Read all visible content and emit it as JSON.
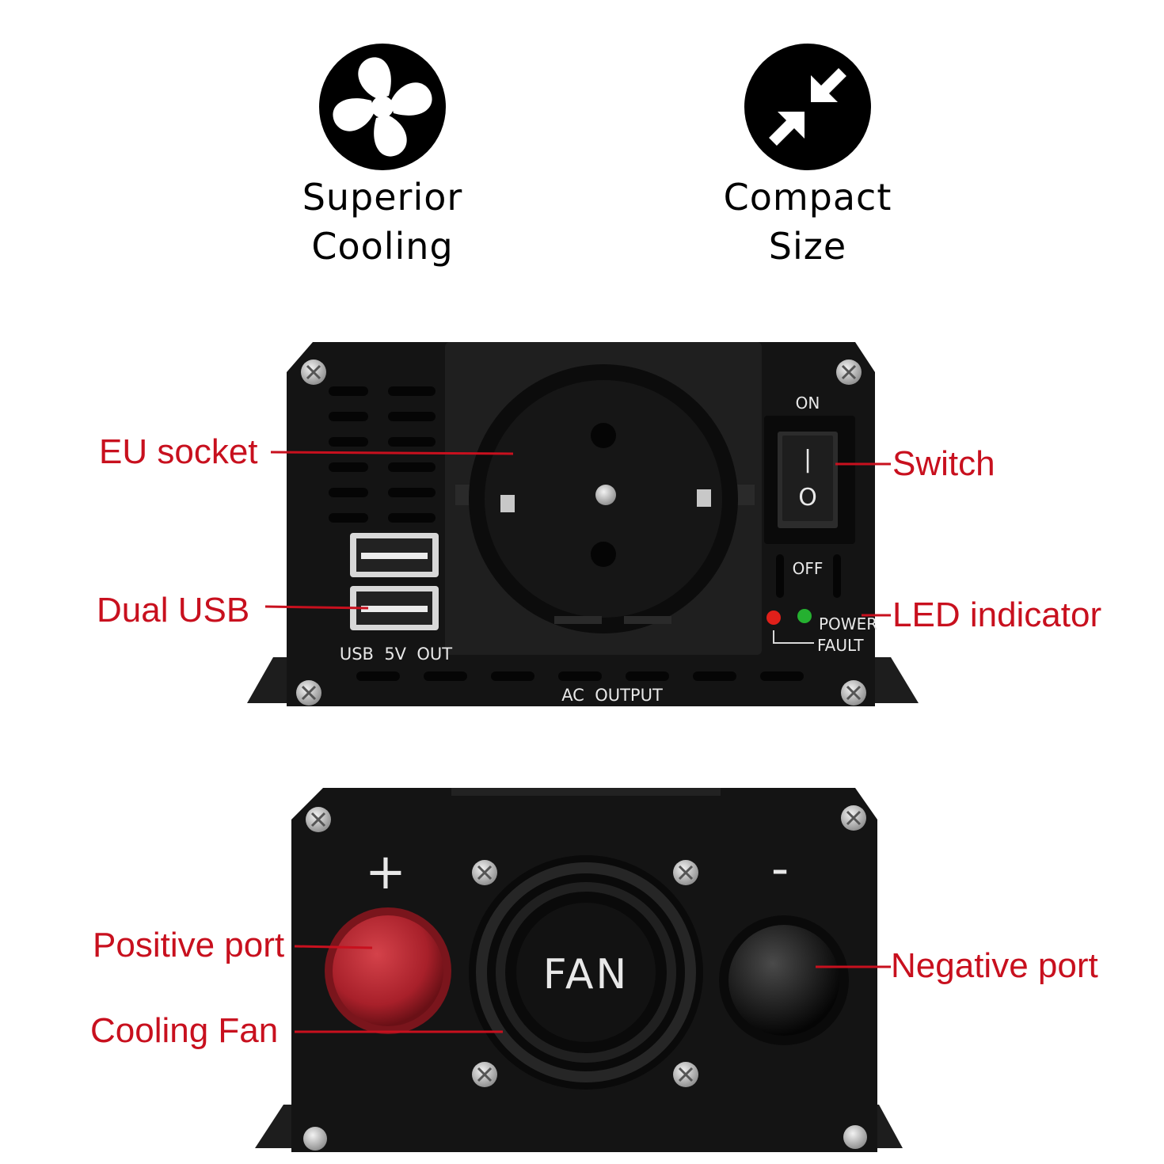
{
  "features": [
    {
      "line1": "Superior",
      "line2": "Cooling",
      "icon": "fan-icon"
    },
    {
      "line1": "Compact",
      "line2": "Size",
      "icon": "compress-arrows-icon"
    }
  ],
  "front_panel": {
    "callouts": {
      "eu_socket": "EU socket",
      "dual_usb": "Dual USB",
      "switch": "Switch",
      "led_indicator": "LED indicator"
    },
    "printed": {
      "on": "ON",
      "off": "OFF",
      "power": "POWER",
      "fault": "FAULT",
      "usb_out": "USB  5V  OUT",
      "ac_output": "AC  OUTPUT",
      "switch_on_symbol": "|",
      "switch_off_symbol": "O"
    }
  },
  "rear_panel": {
    "callouts": {
      "positive_port": "Positive port",
      "cooling_fan": "Cooling Fan",
      "negative_port": "Negative port"
    },
    "printed": {
      "plus": "+",
      "minus": "-",
      "fan": "FAN"
    }
  },
  "colors": {
    "callout_text": "#c8101e",
    "leader_line": "#c8101e",
    "body": "#141414",
    "positive_terminal": "#a8202a",
    "negative_terminal": "#1a1a1a",
    "led_fault": "#e0201a",
    "led_power": "#25b030"
  }
}
